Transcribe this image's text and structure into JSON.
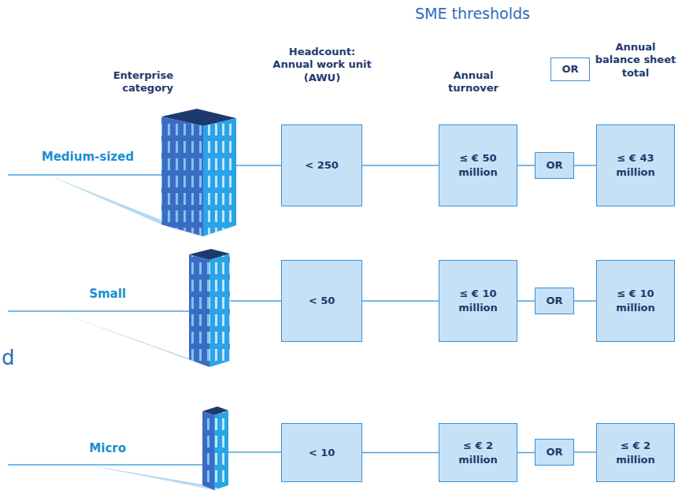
{
  "diagram": {
    "title": "SME thresholds",
    "nodes": [
      {
        "text": [
          "OR"
        ]
      },
      {
        "text": [
          "< 250"
        ]
      },
      {
        "text": [
          "≤ € 50 million"
        ]
      },
      {
        "text": [
          "OR"
        ]
      },
      {
        "text": [
          "≤ € 43 million"
        ]
      },
      {
        "text": [
          "< 50"
        ]
      },
      {
        "text": [
          "≤ € 10 million"
        ]
      },
      {
        "text": [
          "OR"
        ]
      },
      {
        "text": [
          "≤ € 10 million"
        ]
      },
      {
        "text": [
          "< 10"
        ]
      },
      {
        "text": [
          "≤ € 2 million"
        ]
      },
      {
        "text": [
          "OR"
        ]
      },
      {
        "text": [
          "≤ € 2 million"
        ]
      }
    ],
    "edges": [
      {
        "from": 1,
        "to": 2,
        "arrow": "none"
      },
      {
        "from": 2,
        "to": 3,
        "arrow": "none"
      },
      {
        "from": 3,
        "to": 4,
        "arrow": "none"
      },
      {
        "from": 5,
        "to": 6,
        "arrow": "none"
      },
      {
        "from": 6,
        "to": 7,
        "arrow": "none"
      },
      {
        "from": 7,
        "to": 8,
        "arrow": "none"
      },
      {
        "from": 9,
        "to": 10,
        "arrow": "none"
      },
      {
        "from": 10,
        "to": 11,
        "arrow": "none"
      },
      {
        "from": 11,
        "to": 12,
        "arrow": "none"
      }
    ],
    "labels": [
      "Enterprise category",
      "Headcount: Annual work unit (AWU)",
      "Annual turnover",
      "Annual balance sheet total",
      "Medium-sized",
      "Small",
      "Micro",
      "d"
    ]
  }
}
